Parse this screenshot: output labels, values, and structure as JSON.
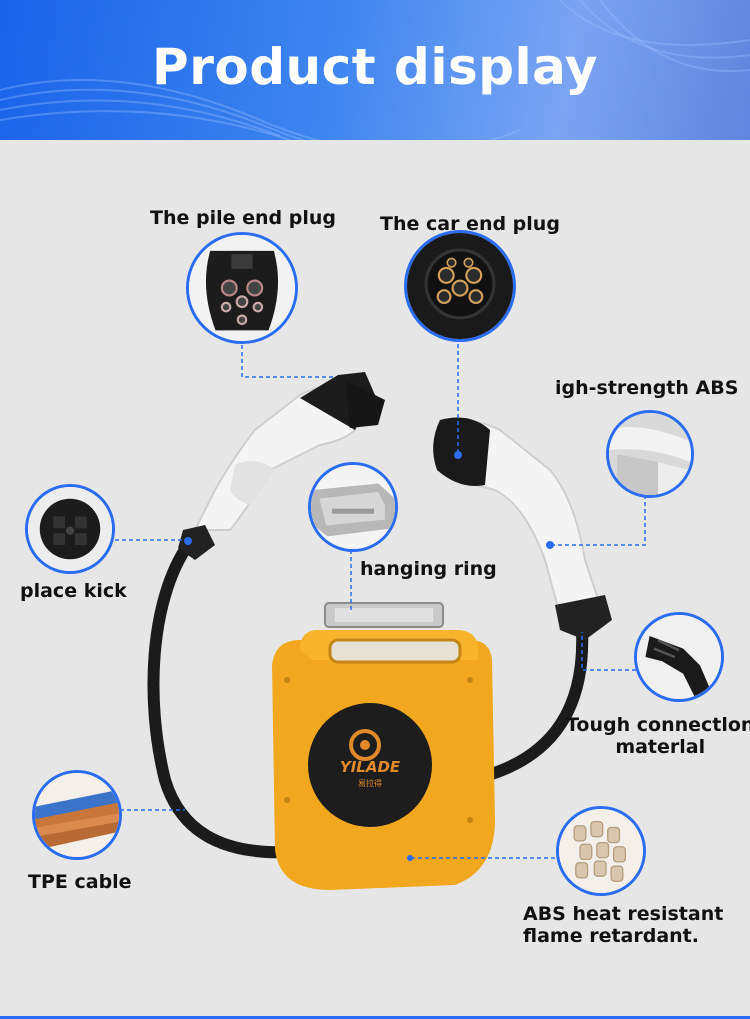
{
  "header": {
    "title": "Product display"
  },
  "callouts": {
    "pile_end_plug": "The pile end plug",
    "car_end_plug": "The car end plug",
    "abs_strength": "igh-strength ABS",
    "place_kick": "place kick",
    "hanging_ring": "hanging ring",
    "tough_connection_line1": "Tough connectlon",
    "tough_connection_line2": "materlal",
    "tpe_cable": "TPE cable",
    "abs_heat_line1": "ABS heat resistant",
    "abs_heat_line2": "flame retardant."
  },
  "product": {
    "brand_logo_text": "YILADE",
    "brand_logo_subtext": "易拉得"
  },
  "colors": {
    "accent": "#2a6cf2",
    "banner_start": "#1a63e8",
    "box_orange": "#f2a81e",
    "background": "#e6e6e6"
  }
}
